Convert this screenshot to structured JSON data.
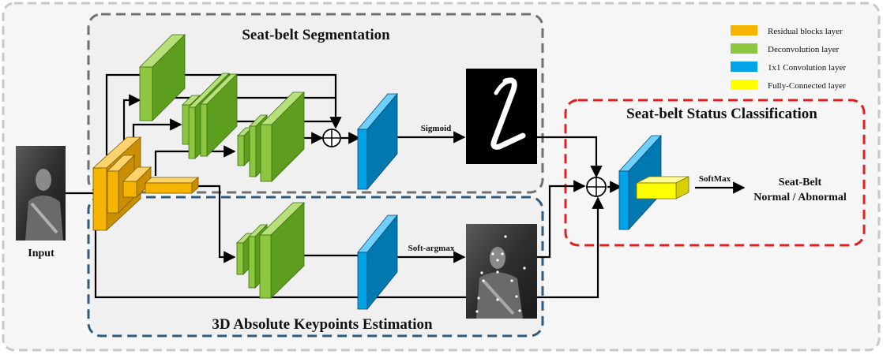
{
  "regions": {
    "segmentation": "Seat-belt Segmentation",
    "keypoints": "3D Absolute Keypoints Estimation",
    "classification": "Seat-belt Status Classification"
  },
  "input_label": "Input",
  "ops": {
    "sigmoid": "Sigmoid",
    "soft_argmax": "Soft-argmax",
    "softmax": "SoftMax"
  },
  "output": {
    "line1": "Seat-Belt",
    "line2": "Normal / Abnormal"
  },
  "legend": [
    {
      "label": "Residual blocks layer",
      "color": "#f5b400"
    },
    {
      "label": "Deconvolution layer",
      "color": "#8dc63f"
    },
    {
      "label": "1x1 Convolution layer",
      "color": "#00a2e8"
    },
    {
      "label": "Fully-Connected layer",
      "color": "#ffff00"
    }
  ]
}
